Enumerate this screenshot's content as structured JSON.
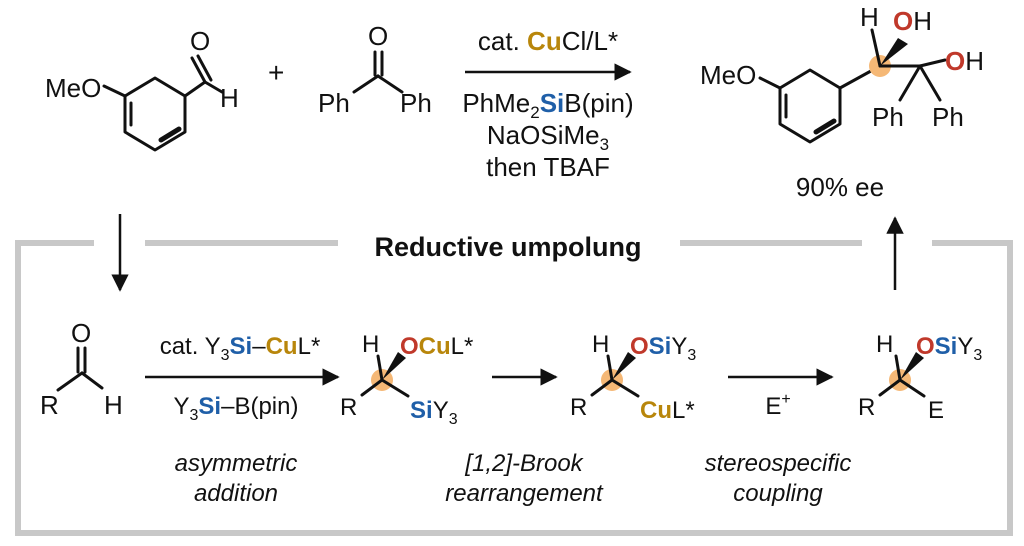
{
  "colors": {
    "oxygen": "#c0392b",
    "copper": "#b8860b",
    "silicon": "#1f5fa8",
    "frame": "#c8c8c8",
    "stereo_dot": "#f5b876"
  },
  "top_reaction": {
    "reactant1": {
      "meo": "MeO",
      "o": "O",
      "h": "H"
    },
    "plus": "+",
    "reactant2": {
      "o": "O",
      "ph_left": "Ph",
      "ph_right": "Ph"
    },
    "above_arrow": {
      "pre": "cat. ",
      "cu": "Cu",
      "post": "Cl/L*"
    },
    "below_arrow": {
      "line1_pre": "PhMe",
      "line1_sub": "2",
      "line1_si": "Si",
      "line1_post": "B(pin)",
      "line2": "NaOSiMe",
      "line2_sub": "3",
      "line3": "then TBAF"
    },
    "product": {
      "meo": "MeO",
      "h": "H",
      "oh1_o": "O",
      "oh1_h": "H",
      "oh2_o": "O",
      "oh2_h": "H",
      "ph1": "Ph",
      "ph2": "Ph"
    },
    "ee": "90% ee"
  },
  "cycle": {
    "title": "Reductive umpolung",
    "aldehyde": {
      "o": "O",
      "r": "R",
      "h": "H"
    },
    "step1": {
      "above": {
        "pre": "cat. Y",
        "sub": "3",
        "si": "Si",
        "dash": "–",
        "cu": "Cu",
        "post": "L*"
      },
      "below": {
        "pre": "Y",
        "sub": "3",
        "si": "Si",
        "post": "–B(pin)"
      },
      "caption1": "asymmetric",
      "caption2": "addition"
    },
    "int1": {
      "h": "H",
      "o": "O",
      "cu": "Cu",
      "l": "L*",
      "r": "R",
      "si": "Si",
      "y": "Y",
      "sub": "3"
    },
    "step2": {
      "caption1": "[1,2]-Brook",
      "caption2": "rearrangement"
    },
    "int2": {
      "h": "H",
      "o": "O",
      "si": "Si",
      "y": "Y",
      "sub": "3",
      "r": "R",
      "cu": "Cu",
      "l": "L*"
    },
    "step3": {
      "reagent": "E",
      "charge": "+",
      "caption1": "stereospecific",
      "caption2": "coupling"
    },
    "int3": {
      "h": "H",
      "o": "O",
      "si": "Si",
      "y": "Y",
      "sub": "3",
      "r": "R",
      "e": "E"
    }
  }
}
